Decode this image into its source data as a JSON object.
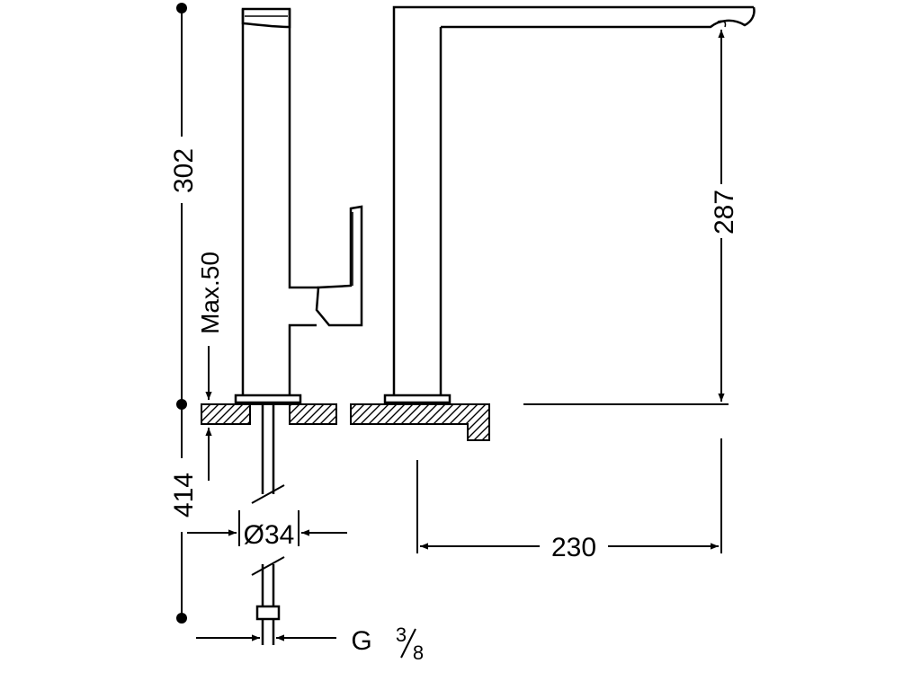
{
  "dimensions": {
    "total_height": "302",
    "below_counter": "414",
    "max_counter_thickness": "Max.50",
    "spout_height": "287",
    "spout_reach": "230",
    "hole_diameter": "Ø34",
    "thread_prefix": "G",
    "thread_num": "3",
    "thread_den": "8"
  }
}
